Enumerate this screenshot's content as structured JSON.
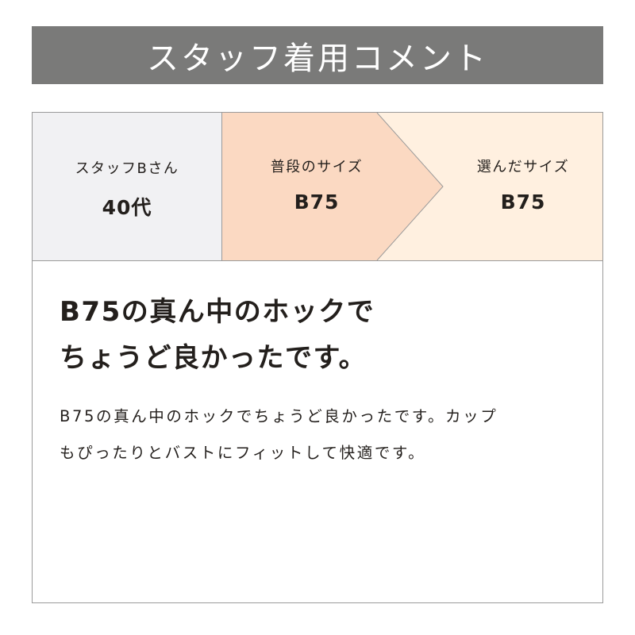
{
  "banner": {
    "title": "スタッフ着用コメント"
  },
  "staff": {
    "name": "スタッフBさん",
    "age": "40代"
  },
  "usual_size": {
    "label": "普段のサイズ",
    "value": "B75"
  },
  "chosen_size": {
    "label": "選んだサイズ",
    "value": "B75"
  },
  "comment": {
    "headline_line1": "B75の真ん中のホックで",
    "headline_line2": "ちょうど良かったです。",
    "body_line1": "B75の真ん中のホックでちょうど良かったです。カップ",
    "body_line2": "もぴったりとバストにフィットして快適です。"
  },
  "colors": {
    "banner_bg": "#7a7a79",
    "staff_cell_bg": "#f1f1f3",
    "usual_cell_bg": "#fbd9c2",
    "chosen_cell_bg": "#fff0e0",
    "text": "#231f1c",
    "border": "#9a9a9a"
  }
}
